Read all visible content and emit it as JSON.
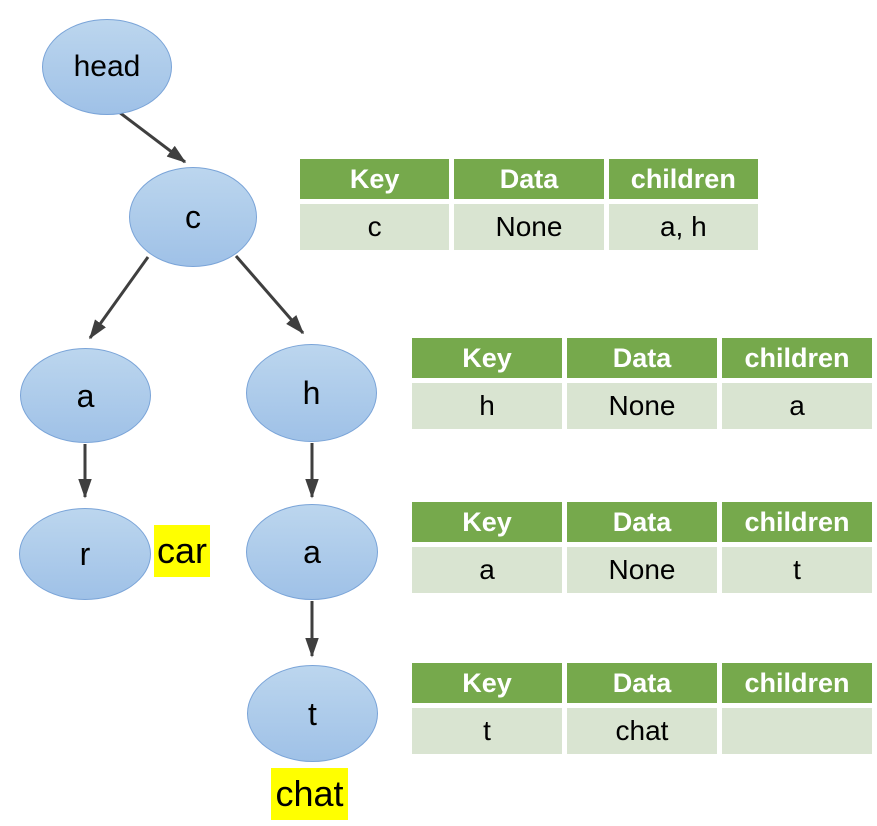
{
  "diagram": {
    "nodes": {
      "head": {
        "label": "head"
      },
      "c": {
        "label": "c"
      },
      "a1": {
        "label": "a"
      },
      "h": {
        "label": "h"
      },
      "r": {
        "label": "r"
      },
      "a2": {
        "label": "a"
      },
      "t": {
        "label": "t"
      }
    },
    "edges": [
      "head-c",
      "c-a",
      "c-h",
      "a-r",
      "h-a",
      "a-t"
    ],
    "labels": {
      "car": "car",
      "chat": "chat"
    }
  },
  "tables": [
    {
      "headers": [
        "Key",
        "Data",
        "children"
      ],
      "row": [
        "c",
        "None",
        "a, h"
      ]
    },
    {
      "headers": [
        "Key",
        "Data",
        "children"
      ],
      "row": [
        "h",
        "None",
        "a"
      ]
    },
    {
      "headers": [
        "Key",
        "Data",
        "children"
      ],
      "row": [
        "a",
        "None",
        "t"
      ]
    },
    {
      "headers": [
        "Key",
        "Data",
        "children"
      ],
      "row": [
        "t",
        "chat",
        ""
      ]
    }
  ],
  "colors": {
    "table_header_green": "#76A94C",
    "table_row_green": "#D9E4D1",
    "node_fill_top": "#BCD6EE",
    "node_fill_bottom": "#9FC1E7",
    "node_border": "#7AA4D8",
    "arrow": "#3F3F3F",
    "highlight_yellow": "#FFFF00"
  }
}
